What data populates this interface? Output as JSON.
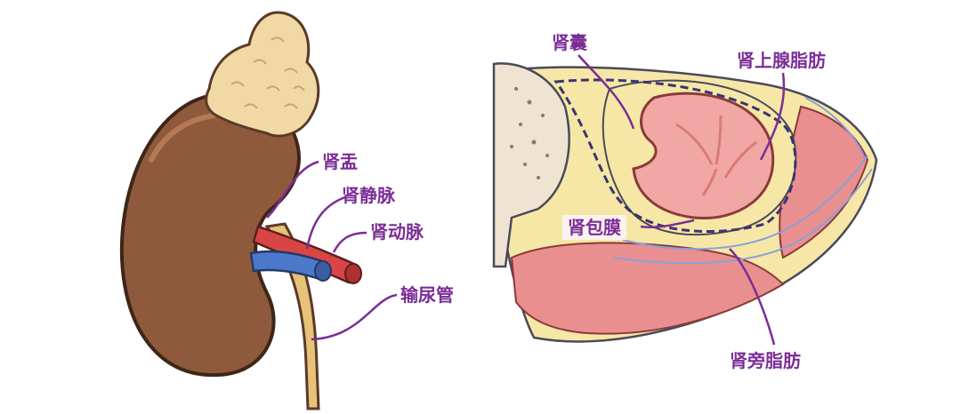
{
  "left_panel": {
    "labels": {
      "renal_pelvis": "肾盂",
      "renal_vein": "肾静脉",
      "renal_artery": "肾动脉",
      "ureter": "输尿管"
    }
  },
  "right_panel": {
    "labels": {
      "renal_capsule": "肾囊",
      "adrenal_fat": "肾上腺脂肪",
      "renal_fascia": "肾包膜",
      "pararenal_fat": "肾旁脂肪"
    }
  },
  "colors": {
    "label": "#7b2d96",
    "leader": "#7b2d96",
    "kidney": "#8e5a3b",
    "adrenal": "#f1d9a6",
    "artery": "#d94545",
    "vein": "#4b78c8",
    "fat": "#f6e7a6",
    "muscle": "#e98f8f",
    "bone": "#efe4d2"
  }
}
